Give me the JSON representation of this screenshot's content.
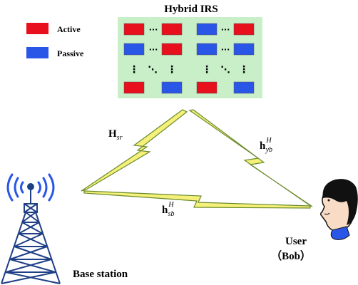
{
  "title": "Hybrid IRS",
  "legend": {
    "active": {
      "label": "Active",
      "color": "#e8101c"
    },
    "passive": {
      "label": "Passive",
      "color": "#2a56e8"
    }
  },
  "irs": {
    "panel_color": "#c9efc9",
    "grid": [
      [
        "active",
        "active",
        "passive",
        "active"
      ],
      [
        "passive",
        "active",
        "passive",
        "passive"
      ],
      [
        "active",
        "passive",
        "active",
        "passive"
      ]
    ],
    "dots_h": "···",
    "dots_v": "⋮",
    "dots_diag": "⋱"
  },
  "channels": {
    "Hsr": {
      "main": "H",
      "sub": "sr"
    },
    "hyb": {
      "main": "h",
      "sub": "yb",
      "sup": "H"
    },
    "hsb": {
      "main": "h",
      "sub": "sb",
      "sup": "H"
    },
    "bolt_fill": "#f4f07a",
    "bolt_stroke": "#6a8a2a"
  },
  "base_station": {
    "label": "Base station",
    "tower_color": "#1f3f86",
    "signal_color": "#2a56e8"
  },
  "user": {
    "label": "User",
    "sublabel": "（Bob）"
  }
}
